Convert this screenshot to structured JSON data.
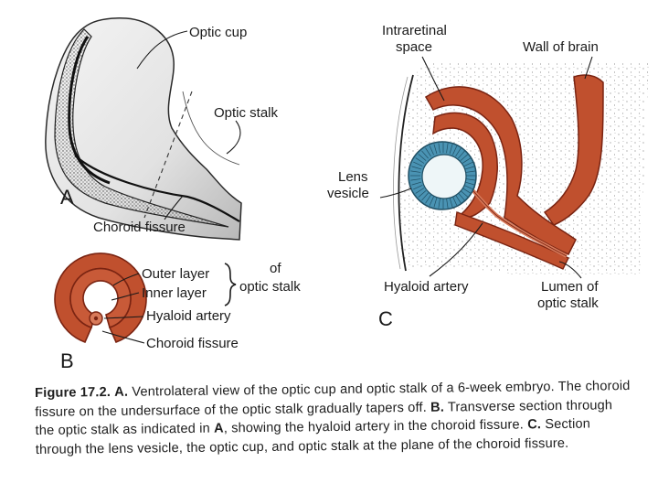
{
  "panels": {
    "a": "A",
    "b": "B",
    "c": "C"
  },
  "labels_a": {
    "optic_cup": "Optic cup",
    "optic_stalk": "Optic stalk",
    "choroid_fissure": "Choroid fissure"
  },
  "labels_b": {
    "outer_layer": "Outer layer",
    "inner_layer": "Inner layer",
    "of": "of",
    "optic_stalk": "optic stalk",
    "hyaloid_artery": "Hyaloid artery",
    "choroid_fissure": "Choroid fissure"
  },
  "labels_c": {
    "intraretinal_1": "Intraretinal",
    "intraretinal_2": "space",
    "wall_of_brain": "Wall of brain",
    "lens_1": "Lens",
    "lens_2": "vesicle",
    "hyaloid_artery": "Hyaloid artery",
    "lumen_1": "Lumen of",
    "lumen_2": "optic stalk"
  },
  "caption": {
    "figure_label": "Figure 17.2.",
    "a_label": "A.",
    "a_text": " Ventrolateral view of the optic cup and optic stalk of a 6-week embryo. The choroid fissure on the undersurface of the optic stalk gradually tapers off. ",
    "b_label": "B.",
    "b_text": " Transverse section through the optic stalk as indicated in ",
    "b_ref": "A",
    "b_text2": ", showing the hyaloid artery in the choroid fissure. ",
    "c_label": "C.",
    "c_text": " Section through the lens vesicle, the optic cup, and optic stalk at the plane of the choroid fissure."
  },
  "colors": {
    "tissue": "#c0502e",
    "tissue_dark": "#7a2412",
    "artery_fill": "#d87a5a",
    "lens": "#4a93b3",
    "lens_inner": "#eef6f8",
    "ink": "#1a1a1a"
  }
}
